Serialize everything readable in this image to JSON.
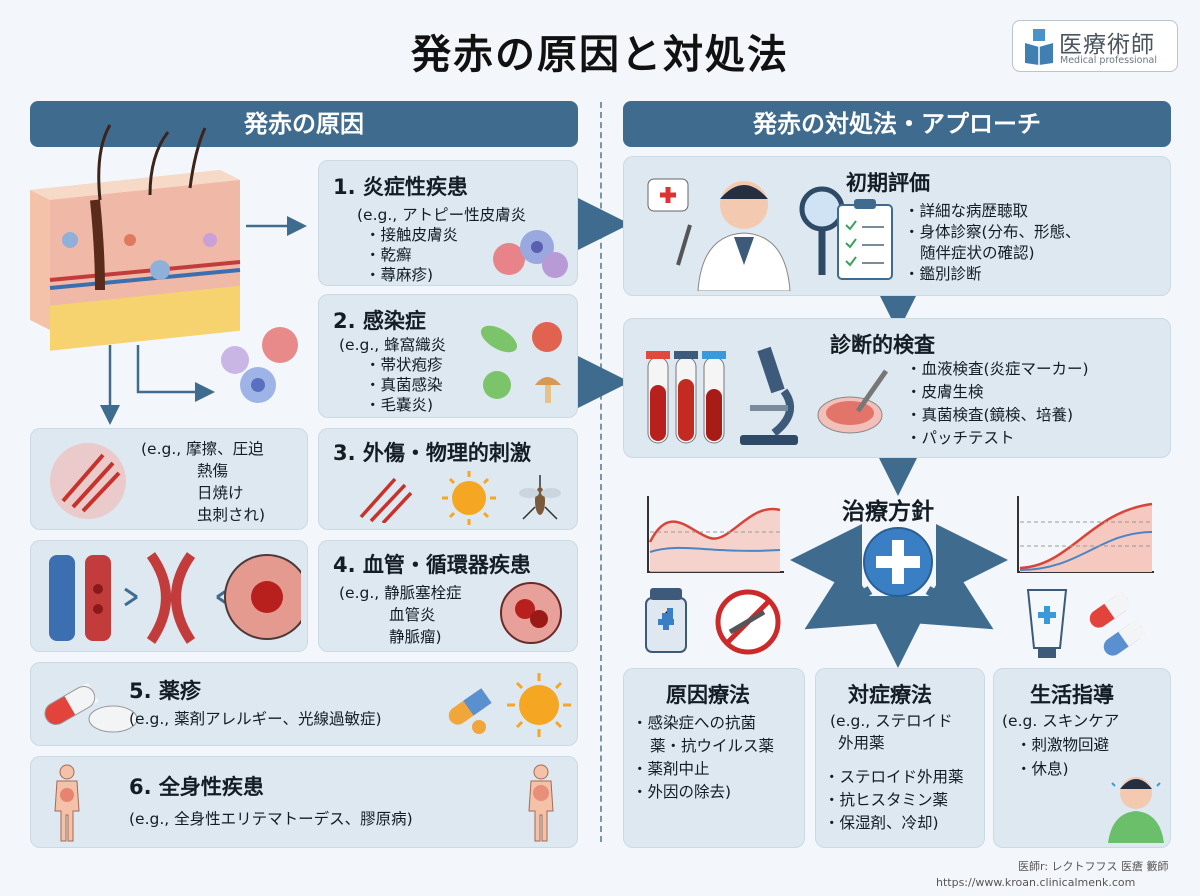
{
  "header": {
    "title": "発赤の原因と対処法",
    "logo_text": "医療術師",
    "logo_sub": "Medical professional"
  },
  "left": {
    "banner": "発赤の原因",
    "causes": [
      {
        "title": "1. 炎症性疾患",
        "lines": [
          "(e.g., アトピー性皮膚炎",
          "・接触皮膚炎",
          "・乾癬",
          "・蕁麻疹)"
        ]
      },
      {
        "title": "2. 感染症",
        "lines": [
          "(e.g., 蜂窩織炎",
          "・帯状疱疹",
          "・真菌感染",
          "・毛嚢炎)"
        ]
      },
      {
        "title": "3. 外傷・物理的刺激",
        "lines": [
          "(e.g., 摩擦、圧迫",
          "熱傷",
          "日焼け",
          "虫刺され)"
        ]
      },
      {
        "title": "4. 血管・循環器疾患",
        "lines": [
          "(e.g., 静脈塞栓症",
          "血管炎",
          "静脈瘤)"
        ]
      },
      {
        "title": "5. 薬疹",
        "lines": [
          "(e.g., 薬剤アレルギー、光線過敏症)"
        ]
      },
      {
        "title": "6. 全身性疾患",
        "lines": [
          "(e.g., 全身性エリテマトーデス、膠原病)"
        ]
      }
    ]
  },
  "right": {
    "banner": "発赤の対処法・アプローチ",
    "initial": {
      "title": "初期評価",
      "lines": [
        "・詳細な病歴聴取",
        "・身体診察(分布、形態、",
        "随伴症状の確認)",
        "・鑑別診断"
      ]
    },
    "tests": {
      "title": "診断的検査",
      "lines": [
        "・血液検査(炎症マーカー)",
        "・皮膚生検",
        "・真菌検査(鏡検、培養)",
        "・パッチテスト"
      ]
    },
    "plan": {
      "title": "治療方針"
    },
    "cause_tx": {
      "title": "原因療法",
      "lines": [
        "・感染症への抗菌",
        "薬・抗ウイルス薬",
        "・薬剤中止",
        "・外因の除去)"
      ]
    },
    "symptom_tx": {
      "title": "対症療法",
      "lines": [
        "(e.g., ステロイド",
        "外用薬",
        "・ステロイド外用薬",
        "・抗ヒスタミン薬",
        "・保湿剤、冷却)"
      ]
    },
    "lifestyle": {
      "title": "生活指導",
      "lines": [
        "(e.g. スキンケア",
        "・刺激物回避",
        "・休息)"
      ]
    }
  },
  "footer": {
    "line1": "医師r: レクトフフス 医瘡 籔師",
    "line2": "https://www.kroan.clinicalmenk.com"
  },
  "colors": {
    "banner": "#3f6b8f",
    "card": "#dde8f0",
    "arrow": "#3f6b8f",
    "accent_red": "#d9443a",
    "background": "#f3f7fb"
  },
  "icons": [
    "skin-cross-section-icon",
    "cells-icon",
    "bacteria-icon",
    "scratch-icon",
    "sun-icon",
    "mosquito-icon",
    "vein-icon",
    "blood-clot-icon",
    "capsule-icon",
    "pill-icon",
    "human-body-icon",
    "doctor-icon",
    "magnifier-icon",
    "clipboard-icon",
    "test-tube-icon",
    "microscope-icon",
    "petri-dish-icon",
    "medical-cross-icon",
    "line-graph-icon",
    "medicine-bottle-icon",
    "no-syringe-icon",
    "cream-tube-icon",
    "patient-icon"
  ]
}
